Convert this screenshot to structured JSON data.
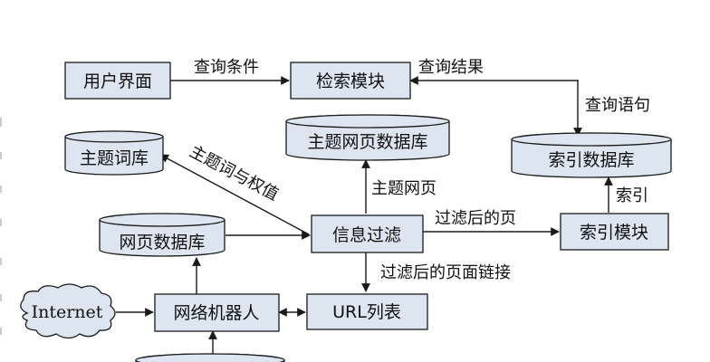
{
  "nodes": {
    "user_interface": "用户界面",
    "search_module": "检索模块",
    "index_db": "索引数据库",
    "topic_words_db": "主题词库",
    "topic_webpage_db": "主题网页数据库",
    "webpage_db": "网页数据库",
    "info_filter": "信息过滤",
    "index_module": "索引模块",
    "internet": "Internet",
    "web_robot": "网络机器人",
    "url_list": "URL列表"
  },
  "edges": {
    "query_conditions": "查询条件",
    "query_results": "查询结果",
    "query_statements": "查询语句",
    "topic_words_weights": "主题词与权值",
    "topic_webpages": "主题网页",
    "filtered_pages": "过滤后的页",
    "index": "索引",
    "filtered_page_links": "过滤后的页面链接"
  }
}
